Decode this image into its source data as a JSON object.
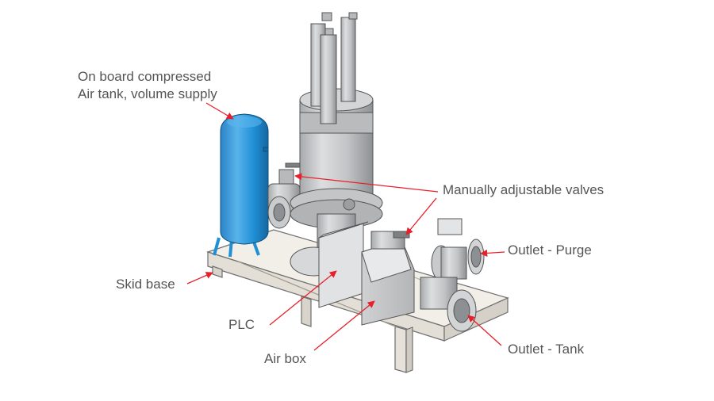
{
  "labels": {
    "air_tank_line1": "On board compressed",
    "air_tank_line2": "Air tank, volume supply",
    "valves": "Manually adjustable valves",
    "outlet_purge": "Outlet - Purge",
    "skid_base": "Skid base",
    "plc": "PLC",
    "outlet_tank": "Outlet - Tank",
    "air_box": "Air box"
  },
  "colors": {
    "leader_line": "#e8202a",
    "label_text": "#555555",
    "tank_blue": "#1f8fd6",
    "steel": "#c9cbcc",
    "steel_dark": "#8d9092",
    "skid": "#eeebe4"
  }
}
